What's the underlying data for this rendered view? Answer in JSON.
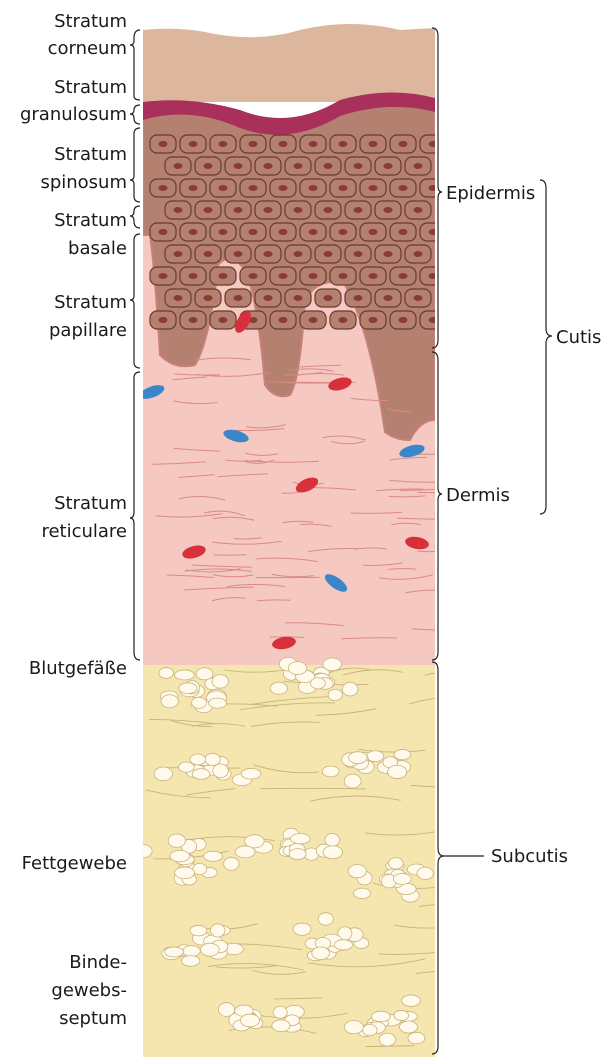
{
  "left_labels": {
    "stratum_corneum": [
      "Stratum",
      "corneum"
    ],
    "stratum_granulosum": [
      "Stratum",
      "granulosum"
    ],
    "stratum_spinosum": [
      "Stratum",
      "spinosum"
    ],
    "stratum_basale": [
      "Stratum",
      "basale"
    ],
    "stratum_papillare": [
      "Stratum",
      "papillare"
    ],
    "stratum_reticulare": [
      "Stratum",
      "reticulare"
    ],
    "blutgefaesse": "Blutgefäße",
    "fettgewebe": "Fettgewebe",
    "bindegewebsseptum": [
      "Binde-",
      "gewebs-",
      "septum"
    ]
  },
  "right_labels": {
    "epidermis": "Epidermis",
    "dermis": "Dermis",
    "cutis": "Cutis",
    "subcutis": "Subcutis"
  },
  "colors": {
    "corneum": "#dcb79e",
    "granulosum": "#a8305a",
    "cell_fill": "#b48070",
    "cell_outline": "#6b3a2e",
    "nucleus": "#8a3a3a",
    "dermis": "#f5c9c2",
    "vessel_red": "#d8303a",
    "vessel_blue": "#3a86c8",
    "subcutis": "#f5e6b0",
    "fat_cell": "#fffaec"
  }
}
